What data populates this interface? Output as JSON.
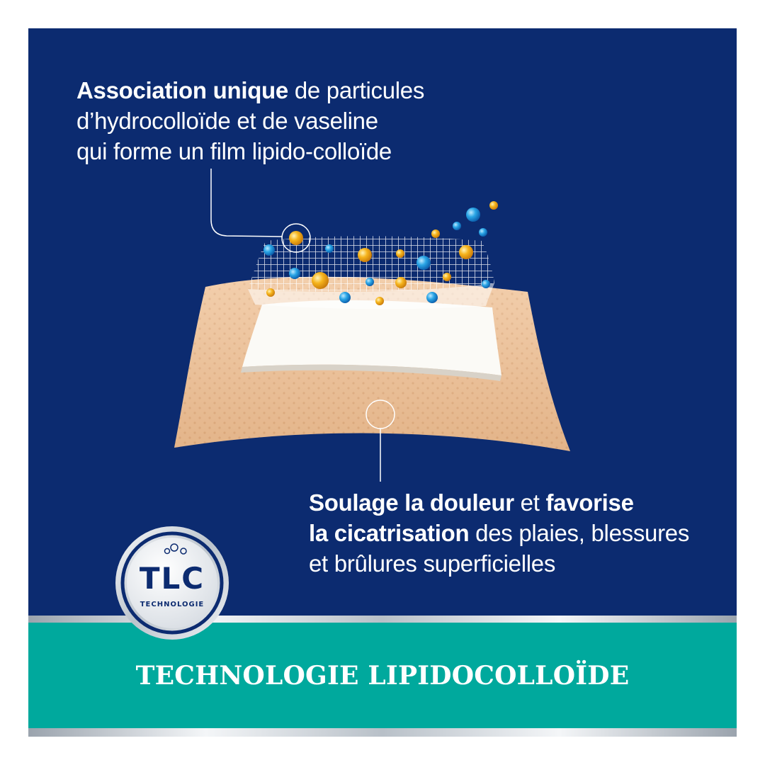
{
  "callout_top": {
    "line1_bold": "Association unique",
    "line1_regular": " de particules",
    "line2": "d’hydrocolloïde et de vaseline",
    "line3": "qui forme un film lipido-colloïde"
  },
  "callout_bottom": {
    "line1_bold_a": "Soulage la douleur",
    "line1_regular": " et ",
    "line1_bold_b": "favorise",
    "line2_bold": "la cicatrisation",
    "line2_regular": " des plaies, blessures",
    "line3": "et brûlures superficielles"
  },
  "badge": {
    "letters": "TLC",
    "label": "TECHNOLOGIE"
  },
  "footer": {
    "title": "TECHNOLOGIE LIPIDOCOLLOÏDE"
  },
  "colors": {
    "navy": "#0c2b70",
    "teal": "#00a99d",
    "bandage": "#f0c49a",
    "pad": "#f8f6f2",
    "particle_blue": "#1e9be0",
    "particle_gold": "#f2a814"
  },
  "icons": {
    "badge": "tlc-technology-seal",
    "callout_markers": "circle-callout-icon"
  }
}
